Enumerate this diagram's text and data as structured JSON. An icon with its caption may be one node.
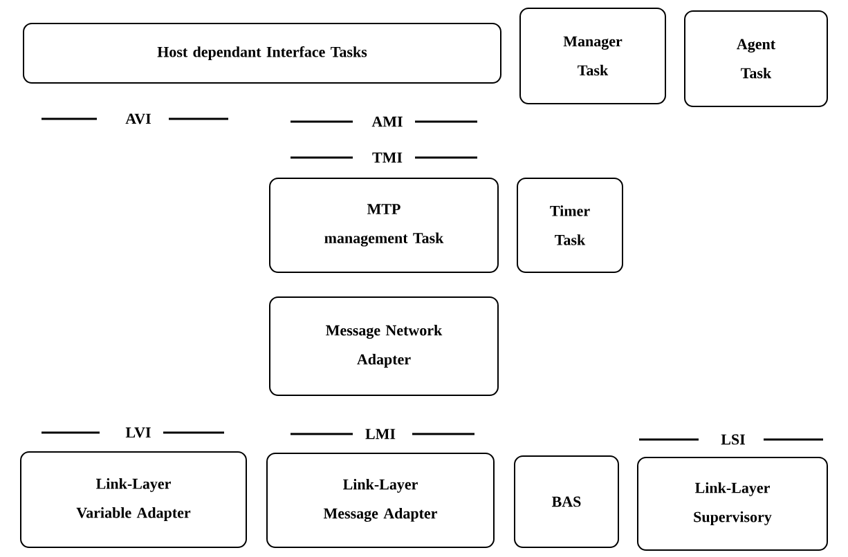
{
  "diagram": {
    "nodes": [
      {
        "text": [
          "Host dependant Interface Tasks"
        ]
      },
      {
        "text": [
          "Manager Task"
        ]
      },
      {
        "text": [
          "Agent Task"
        ]
      },
      {
        "text": [
          "MTP management Task"
        ]
      },
      {
        "text": [
          "Timer Task"
        ]
      },
      {
        "text": [
          "Message Network Adapter"
        ]
      },
      {
        "text": [
          "Link-Layer Variable Adapter"
        ]
      },
      {
        "text": [
          "Link-Layer Message Adapter"
        ]
      },
      {
        "text": [
          "BAS"
        ]
      },
      {
        "text": [
          "Link-Layer Supervisory"
        ]
      }
    ],
    "edges": [],
    "labels": [
      "AVI",
      "AMI",
      "TMI",
      "LVI",
      "LMI",
      "LSI"
    ]
  }
}
